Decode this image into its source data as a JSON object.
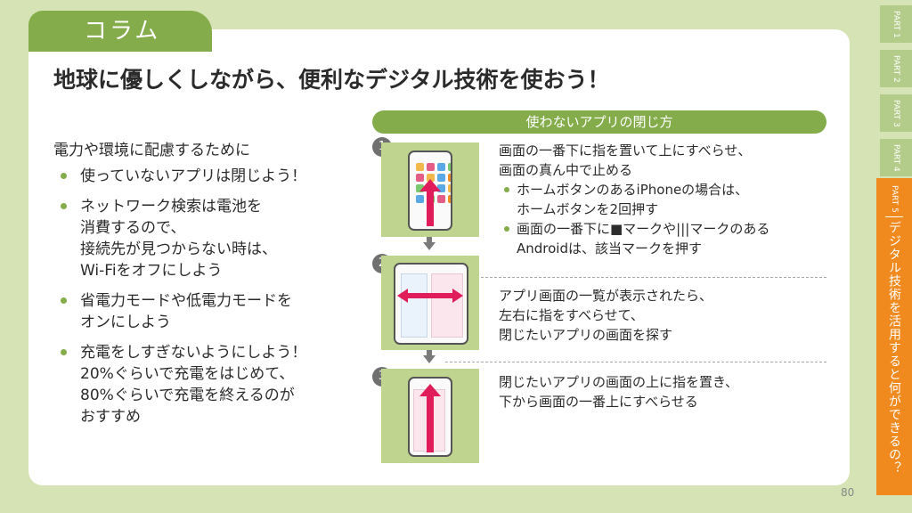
{
  "column_label": "コラム",
  "title": "地球に優しくしながら、便利なデジタル技術を使おう！",
  "intro": "電力や環境に配慮するために",
  "tips": [
    [
      "使っていないアプリは閉じよう！"
    ],
    [
      "ネットワーク検索は電池を",
      "消費するので、",
      "接続先が見つからない時は、",
      "Wi-Fiをオフにしよう"
    ],
    [
      "省電力モードや低電力モードを",
      "オンにしよう"
    ],
    [
      "充電をしすぎないようにしよう！",
      "20%ぐらいで充電をはじめて、",
      "80%ぐらいで充電を終えるのが",
      "おすすめ"
    ]
  ],
  "method": {
    "header": "使わないアプリの閉じ方",
    "steps": [
      {
        "number": "1",
        "lines": [
          "画面の一番下に指を置いて上にすべらせ、",
          "画面の真ん中で止める"
        ],
        "bullets": [
          [
            "ホームボタンのあるiPhoneの場合は、",
            "ホームボタンを2回押す"
          ],
          [
            "画面の一番下に■マークや|||マークのある",
            "Androidは、該当マークを押す"
          ]
        ]
      },
      {
        "number": "2",
        "lines": [
          "アプリ画面の一覧が表示されたら、",
          "左右に指をすべらせて、",
          "閉じたいアプリの画面を探す"
        ]
      },
      {
        "number": "3",
        "lines": [
          "閉じたいアプリの画面の上に指を置き、",
          "下から画面の一番上にすべらせる"
        ]
      }
    ]
  },
  "sidebar": {
    "parts": [
      {
        "label": "PART 1"
      },
      {
        "label": "PART 2"
      },
      {
        "label": "PART 3"
      },
      {
        "label": "PART 4"
      },
      {
        "label": "PART 5",
        "title": "デジタル技術を活用すると何ができるの？"
      }
    ]
  },
  "page_number": "80",
  "colors": {
    "accent_green": "#84ac4a",
    "panel_green": "#bfd58f",
    "background": "#d6e4b5",
    "active_tab": "#f08a1e",
    "gesture_arrow": "#e01d5a"
  },
  "icons": [
    "gesture-up-arrow-icon",
    "gesture-left-right-arrow-icon",
    "step-down-arrow-icon"
  ]
}
